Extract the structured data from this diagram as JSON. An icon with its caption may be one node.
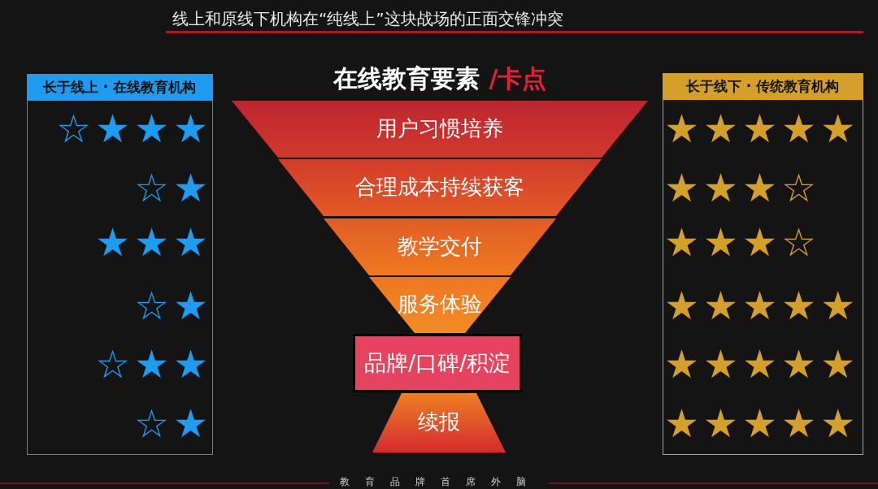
{
  "diagram": {
    "title": "线上和原线下机构在“纯线上”这块战场的正面交锋冲突",
    "nodes": [
      {
        "text": [
          "长于线上 · 在线教育机构",
          "☆★★★",
          "☆★",
          "★★★",
          "☆★",
          "☆★★",
          "☆★"
        ]
      },
      {
        "text": [
          "用户习惯培养"
        ]
      },
      {
        "text": [
          "合理成本持续获客"
        ]
      },
      {
        "text": [
          "教学交付"
        ]
      },
      {
        "text": [
          "服务体验"
        ]
      },
      {
        "text": [
          "品牌/口碑/积淀"
        ]
      },
      {
        "text": [
          "续报"
        ]
      },
      {
        "text": [
          "长于线下 · 传统教育机构",
          "★★★★★",
          "★★★☆",
          "★★★☆",
          "★★★★★",
          "★★★★★",
          "★★★★★"
        ]
      }
    ],
    "labels": [
      "在线教育要素",
      "/卡点",
      "教育品牌首席外脑"
    ]
  }
}
